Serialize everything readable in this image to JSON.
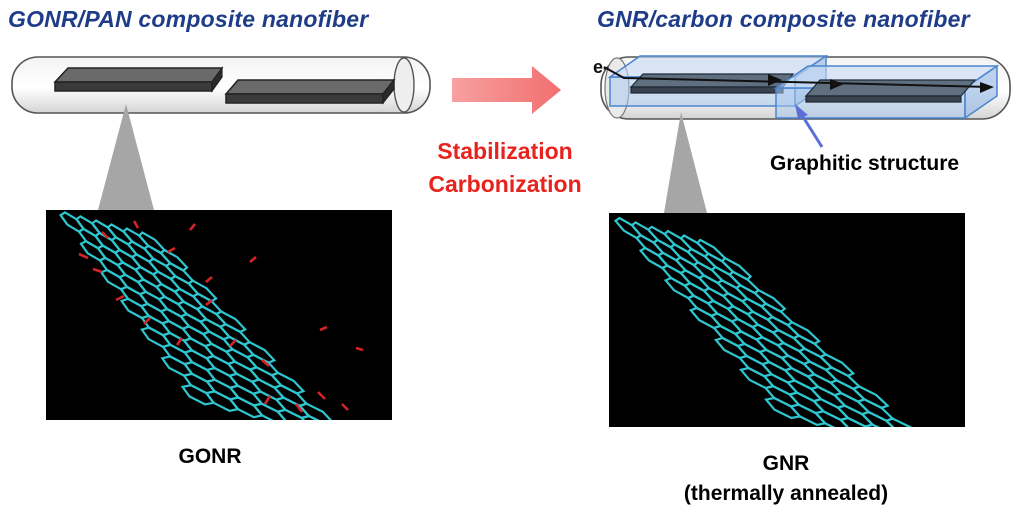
{
  "left_panel": {
    "title": "GONR/PAN composite nanofiber",
    "caption": "GONR"
  },
  "right_panel": {
    "title": "GNR/carbon composite nanofiber",
    "electron_label": "e-",
    "annotation": "Graphitic structure",
    "caption_line1": "GNR",
    "caption_line2": "(thermally annealed)"
  },
  "process": {
    "step1": "Stabilization",
    "step2": "Carbonization"
  },
  "colors": {
    "title": "#1f3c88",
    "process_text": "#e8231e",
    "process_arrow": "#f47c7c",
    "lattice": "#2ec6cf",
    "oxygen_groups": "#d4232a",
    "graphitic_box": "#5a93d6",
    "annotation_arrow": "#5b6fd6"
  }
}
